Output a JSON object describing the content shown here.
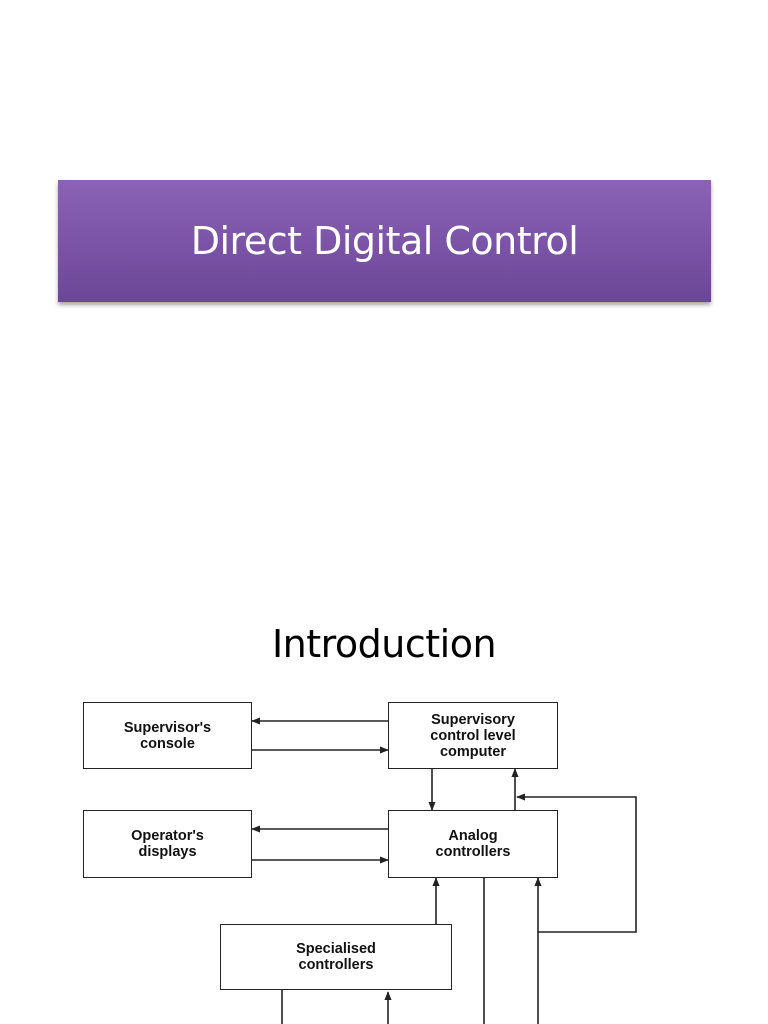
{
  "slide_title": "Direct Digital Control",
  "section_heading": "Introduction",
  "diagram": {
    "supervisors_console": "Supervisor's\nconsole",
    "supervisory_computer": "Supervisory\ncontrol level\ncomputer",
    "operators_displays": "Operator's\ndisplays",
    "analog_controllers": "Analog\ncontrollers",
    "specialised_controllers": "Specialised\ncontrollers"
  },
  "colors": {
    "banner": "#7a53a6",
    "banner_text": "#ffffff"
  }
}
